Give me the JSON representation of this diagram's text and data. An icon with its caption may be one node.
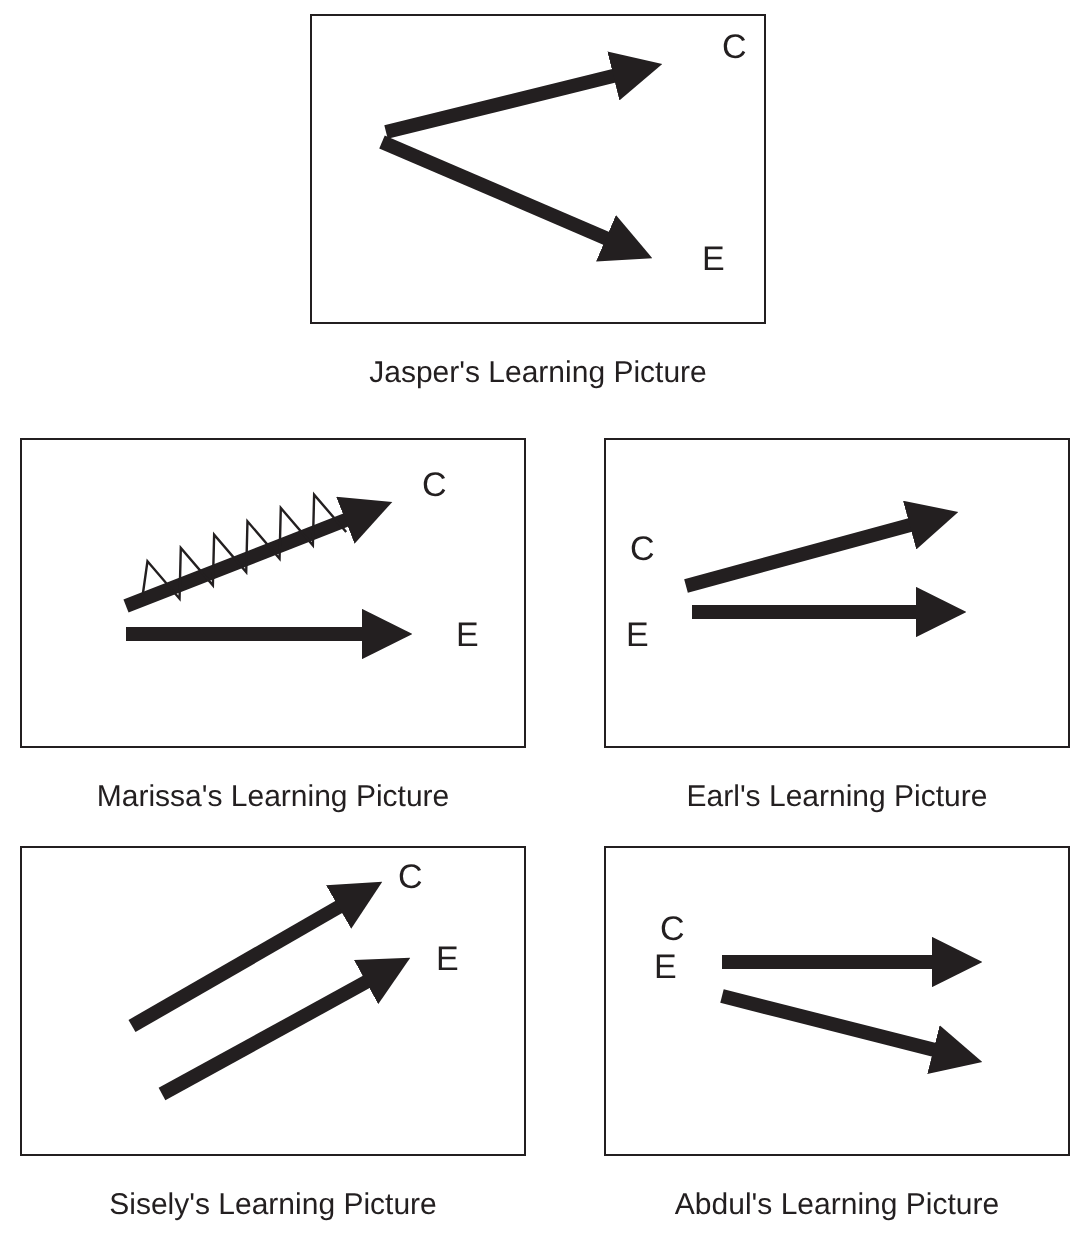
{
  "diagram": {
    "nodes": [
      {
        "text": [
          "C",
          "E"
        ],
        "beside": [
          "Jasper's Learning Picture"
        ]
      },
      {
        "text": [
          "C",
          "E"
        ],
        "beside": [
          "Marissa's Learning Picture"
        ]
      },
      {
        "text": [
          "C",
          "E"
        ],
        "beside": [
          "Earl's Learning Picture"
        ]
      },
      {
        "text": [
          "C",
          "E"
        ],
        "beside": [
          "Sisely's Learning Picture"
        ]
      },
      {
        "text": [
          "C",
          "E"
        ],
        "beside": [
          "Abdul's Learning Picture"
        ]
      }
    ]
  }
}
